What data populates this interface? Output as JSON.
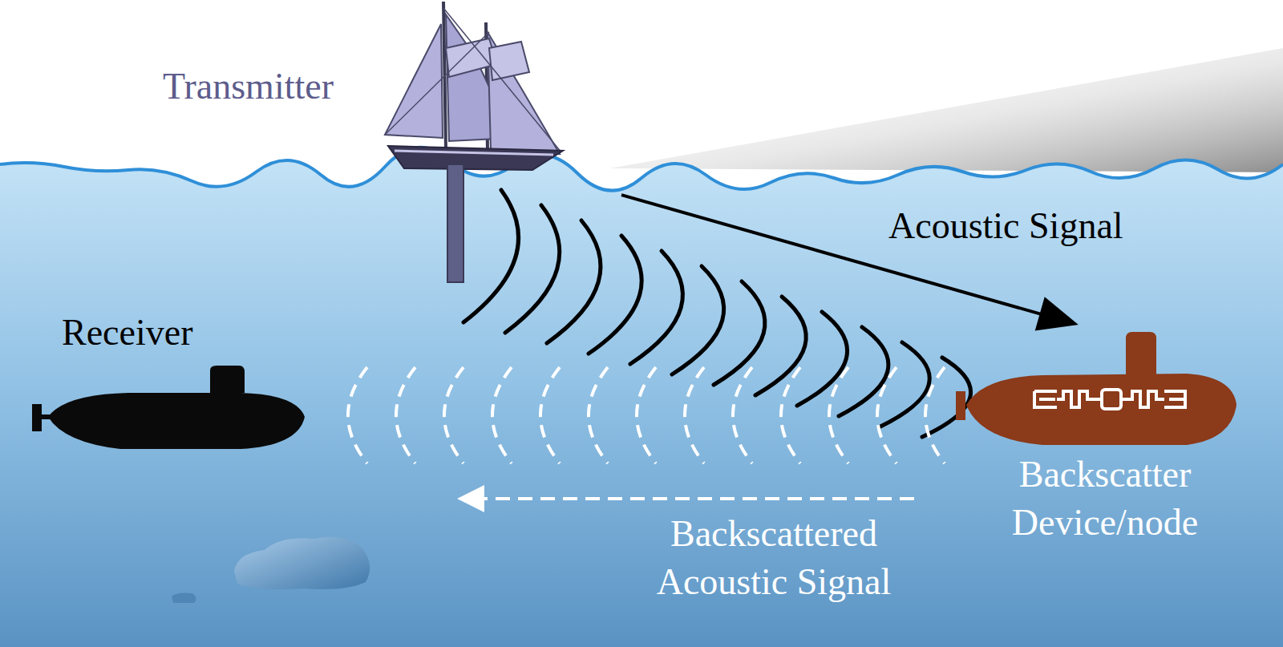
{
  "diagram": {
    "nodes": [
      {
        "text": [
          "Transmitter"
        ]
      },
      {
        "text": [
          "Receiver"
        ]
      },
      {
        "text": [
          "Backscatter Device/node"
        ]
      }
    ],
    "edges": [
      {
        "from": 0,
        "to": 2,
        "arrow": "to",
        "label": "Acoustic Signal"
      },
      {
        "from": 2,
        "to": 1,
        "arrow": "to",
        "label": "Backscattered Acoustic Signal"
      }
    ]
  }
}
